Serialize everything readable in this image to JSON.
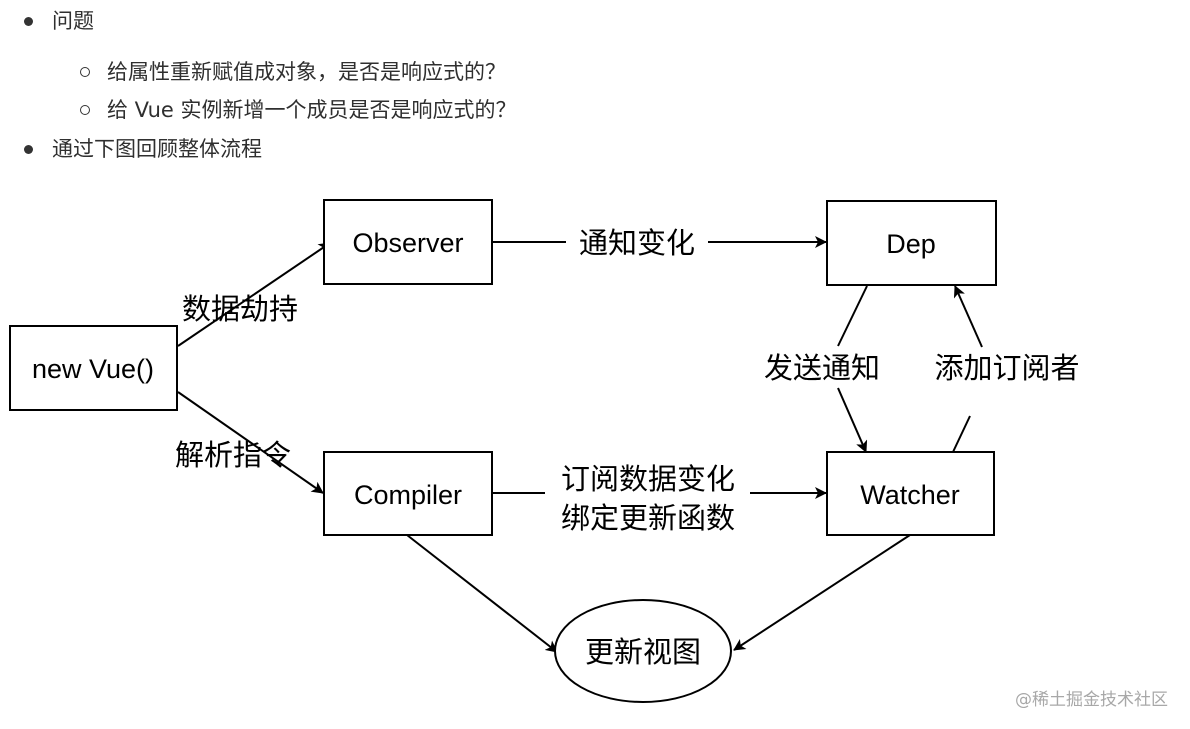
{
  "bullets": [
    {
      "text": "问题",
      "level": 1
    },
    {
      "text": "给属性重新赋值成对象，是否是响应式的？",
      "level": 2
    },
    {
      "text": "给 Vue 实例新增一个成员是否是响应式的？",
      "level": 2
    },
    {
      "text": "通过下图回顾整体流程",
      "level": 1
    }
  ],
  "diagram": {
    "nodes": {
      "new_vue": "new Vue()",
      "observer": "Observer",
      "dep": "Dep",
      "compiler": "Compiler",
      "watcher": "Watcher",
      "update_view": "更新视图"
    },
    "edges": {
      "data_hijack": "数据劫持",
      "parse_directive": "解析指令",
      "notify_change": "通知变化",
      "send_notify": "发送通知",
      "add_subscriber": "添加订阅者",
      "subscribe_data_change": "订阅数据变化",
      "bind_update_fn": "绑定更新函数"
    }
  },
  "watermark": "@稀土掘金技术社区"
}
